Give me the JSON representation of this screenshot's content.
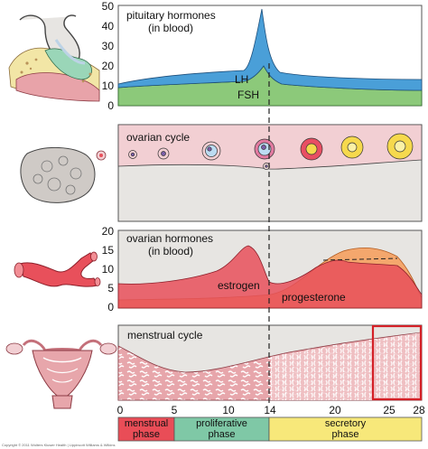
{
  "colors": {
    "lh": "#4a9fd8",
    "fsh": "#8cc97a",
    "panel_pink": "#f2cfd3",
    "panel_grey": "#e7e5e2",
    "estrogen": "#e8505b",
    "progesterone": "#f4a76d",
    "endometrium": "#e7a6ab",
    "menstrual_phase": "#e94d57",
    "proliferative_phase": "#7fc8a6",
    "secretory_phase": "#f7e87a",
    "highlight_box": "#d42027"
  },
  "icons": [
    "pituitary-gland-icon",
    "ovary-icon",
    "artery-icon",
    "uterus-icon"
  ],
  "pituitary": {
    "title_line1": "pituitary hormones",
    "title_line2": "(in blood)",
    "lh_label": "LH",
    "fsh_label": "FSH",
    "y_ticks": [
      "50",
      "40",
      "30",
      "20",
      "10",
      "0"
    ]
  },
  "ovarian_cycle": {
    "title": "ovarian cycle"
  },
  "ovarian_hormones": {
    "title_line1": "ovarian hormones",
    "title_line2": "(in blood)",
    "estrogen_label": "estrogen",
    "progesterone_label": "progesterone",
    "y_ticks": [
      "20",
      "15",
      "10",
      "5",
      "0"
    ]
  },
  "menstrual": {
    "title": "menstrual cycle"
  },
  "days": {
    "ticks": [
      "0",
      "5",
      "10",
      "14",
      "20",
      "25",
      "28"
    ]
  },
  "phases": [
    {
      "line1": "menstrual",
      "line2": "phase"
    },
    {
      "line1": "proliferative",
      "line2": "phase"
    },
    {
      "line1": "secretory",
      "line2": "phase"
    }
  ],
  "credit": "Copyright © 2011 Wolters Kluwer Health | Lippincott Williams & Wilkins"
}
